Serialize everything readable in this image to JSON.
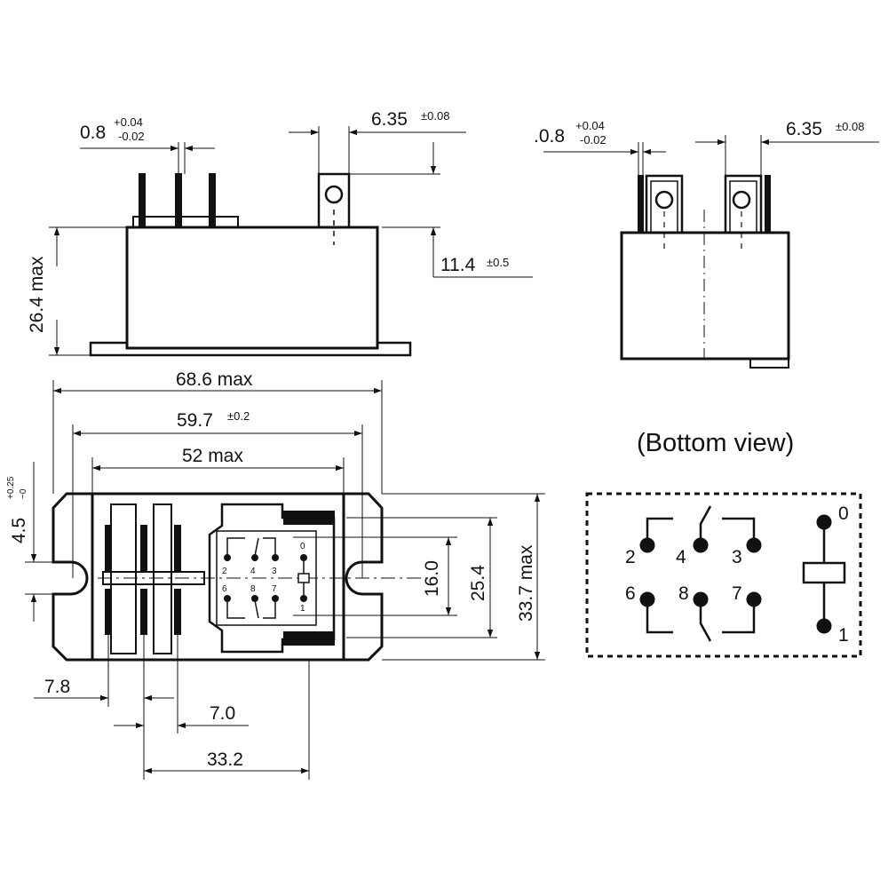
{
  "side_view": {
    "lead_width": "0.8",
    "lead_width_tol_plus": "+0.04",
    "lead_width_tol_minus": "-0.02",
    "tab_width": "6.35",
    "tab_width_tol": "±0.08",
    "tab_height": "11.4",
    "tab_height_tol": "±0.5",
    "height": "26.4 max"
  },
  "end_view": {
    "lead_width": ".0.8",
    "lead_width_tol_plus": "+0.04",
    "lead_width_tol_minus": "-0.02",
    "tab_width": "6.35",
    "tab_width_tol": "±0.08"
  },
  "top_view": {
    "overall_length": "68.6 max",
    "mount_hole_pitch": "59.7",
    "mount_hole_pitch_tol": "±0.2",
    "body_length": "52 max",
    "slot_width": "4.5",
    "slot_tol_plus": "+0.25",
    "slot_tol_minus": "−0",
    "pin_row_pitch": "16.0",
    "tab_pitch": "25.4",
    "overall_width": "33.7 max",
    "dim_a": "7.8",
    "dim_b": "7.0",
    "dim_c": "33.2",
    "mini_pin_labels": [
      "2",
      "4",
      "3",
      "0",
      "6",
      "8",
      "7",
      "1"
    ]
  },
  "bottom_view": {
    "title": "(Bottom view)",
    "pins": [
      "2",
      "4",
      "3",
      "6",
      "8",
      "7",
      "0",
      "1"
    ]
  }
}
